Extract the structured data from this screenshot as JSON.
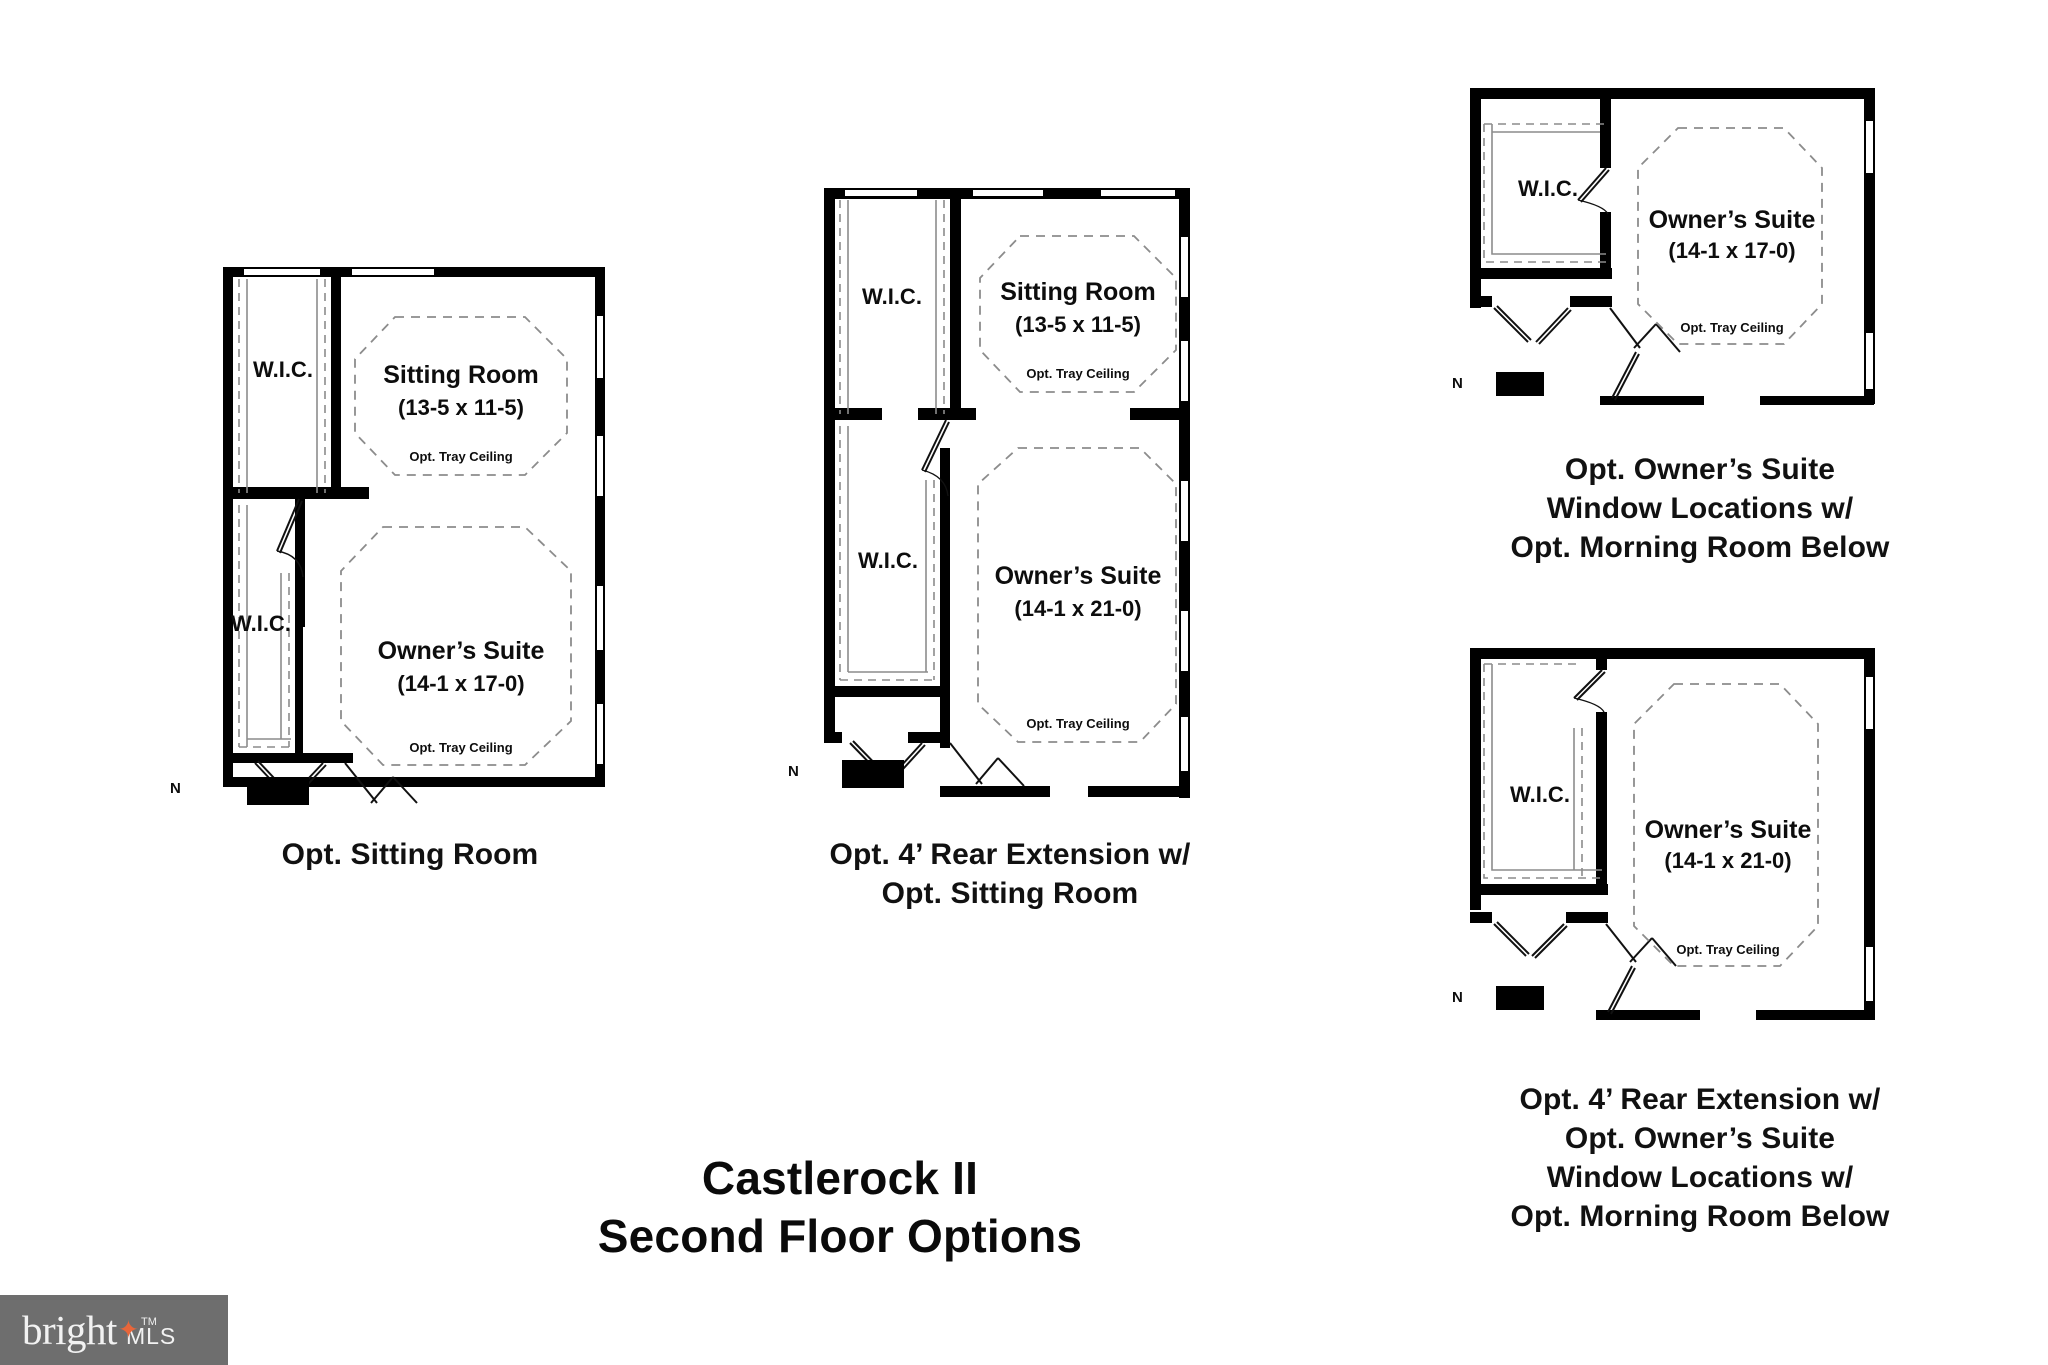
{
  "document": {
    "title_line1": "Castlerock II",
    "title_line2": "Second Floor Options",
    "sheet_type": "floor-plan-options"
  },
  "watermark": {
    "brand": "bright",
    "suffix": "MLS",
    "trademark": "TM",
    "star_glyph": "✦",
    "bg_color": "#6e6e6e",
    "text_color": "#f2f2f2",
    "star_color": "#e8663a"
  },
  "style": {
    "wall_color": "#000000",
    "dashed_color": "#8c8c8c",
    "thin_line_color": "#555555",
    "page_bg": "#ffffff"
  },
  "plans": [
    {
      "id": "opt-sitting-room",
      "caption": [
        "Opt. Sitting Room"
      ],
      "compass_label": "N",
      "rooms": [
        {
          "name": "W.I.C.",
          "label": "W.I.C.",
          "dimensions": null,
          "note": null
        },
        {
          "name": "W.I.C.",
          "label": "W.I.C.",
          "dimensions": null,
          "note": null
        },
        {
          "name": "Sitting Room",
          "label": "Sitting Room",
          "dimensions": "(13-5 x 11-5)",
          "note": "Opt. Tray Ceiling"
        },
        {
          "name": "Owner's Suite",
          "label": "Owner’s Suite",
          "dimensions": "(14-1 x 17-0)",
          "note": "Opt. Tray Ceiling"
        }
      ]
    },
    {
      "id": "opt-4ft-rear-extension-with-sitting-room",
      "caption": [
        "Opt. 4’ Rear Extension w/",
        "Opt. Sitting Room"
      ],
      "compass_label": "N",
      "rooms": [
        {
          "name": "W.I.C.",
          "label": "W.I.C.",
          "dimensions": null,
          "note": null
        },
        {
          "name": "W.I.C.",
          "label": "W.I.C.",
          "dimensions": null,
          "note": null
        },
        {
          "name": "Sitting Room",
          "label": "Sitting Room",
          "dimensions": "(13-5 x 11-5)",
          "note": "Opt. Tray Ceiling"
        },
        {
          "name": "Owner's Suite",
          "label": "Owner’s Suite",
          "dimensions": "(14-1 x 21-0)",
          "note": "Opt. Tray Ceiling"
        }
      ]
    },
    {
      "id": "opt-owners-suite-window-locations",
      "caption": [
        "Opt. Owner’s Suite",
        "Window Locations w/",
        "Opt. Morning Room Below"
      ],
      "compass_label": "N",
      "rooms": [
        {
          "name": "W.I.C.",
          "label": "W.I.C.",
          "dimensions": null,
          "note": null
        },
        {
          "name": "Owner's Suite",
          "label": "Owner’s Suite",
          "dimensions": "(14-1 x 17-0)",
          "note": "Opt. Tray Ceiling"
        }
      ]
    },
    {
      "id": "opt-4ft-rear-extension-with-window-locations",
      "caption": [
        "Opt. 4’ Rear Extension w/",
        "Opt. Owner’s Suite",
        "Window Locations w/",
        "Opt. Morning Room Below"
      ],
      "compass_label": "N",
      "rooms": [
        {
          "name": "W.I.C.",
          "label": "W.I.C.",
          "dimensions": null,
          "note": null
        },
        {
          "name": "Owner's Suite",
          "label": "Owner’s Suite",
          "dimensions": "(14-1 x 21-0)",
          "note": "Opt. Tray Ceiling"
        }
      ]
    }
  ]
}
